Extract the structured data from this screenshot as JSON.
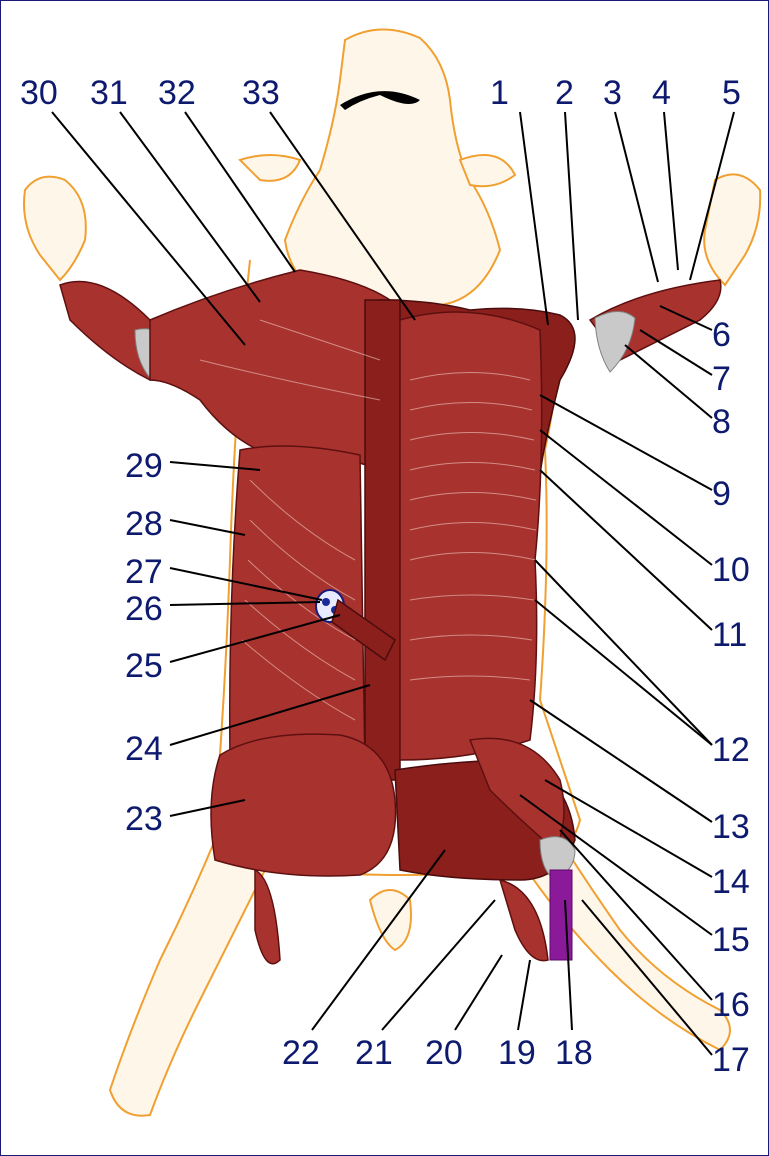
{
  "diagram": {
    "colors": {
      "label": "#0d1a6e",
      "outline": "#f0a030",
      "muscle": "#a8322e",
      "muscle_dark": "#8a1f1c",
      "tendon": "#c9c9c9",
      "purple_band": "#8b1a9a",
      "leader": "#000000"
    },
    "labels": {
      "l1": "1",
      "l2": "2",
      "l3": "3",
      "l4": "4",
      "l5": "5",
      "l6": "6",
      "l7": "7",
      "l8": "8",
      "l9": "9",
      "l10": "10",
      "l11": "11",
      "l12": "12",
      "l13": "13",
      "l14": "14",
      "l15": "15",
      "l16": "16",
      "l17": "17",
      "l18": "18",
      "l19": "19",
      "l20": "20",
      "l21": "21",
      "l22": "22",
      "l23": "23",
      "l24": "24",
      "l25": "25",
      "l26": "26",
      "l27": "27",
      "l28": "28",
      "l29": "29",
      "l30": "30",
      "l31": "31",
      "l32": "32",
      "l33": "33"
    }
  }
}
